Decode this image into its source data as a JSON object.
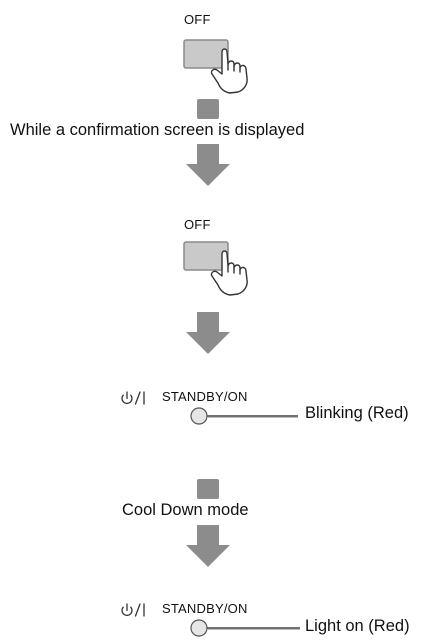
{
  "steps": {
    "button1_label": "OFF",
    "caption1": "While a confirmation screen is displayed",
    "button2_label": "OFF",
    "indicator1": {
      "label": "STANDBY/ON",
      "status": "Blinking (Red)"
    },
    "caption2": "Cool Down mode",
    "indicator2": {
      "label": "STANDBY/ON",
      "status": "Light on (Red)"
    }
  },
  "colors": {
    "button_fill": "#c9c9c9",
    "button_border": "#8a8a8a",
    "arrow": "#8c8c8c",
    "led_fill": "#e6e6e6",
    "leader_line": "#444444"
  },
  "icons": [
    "hand-press-icon",
    "down-arrow-icon",
    "power-icon",
    "led-indicator-icon"
  ]
}
